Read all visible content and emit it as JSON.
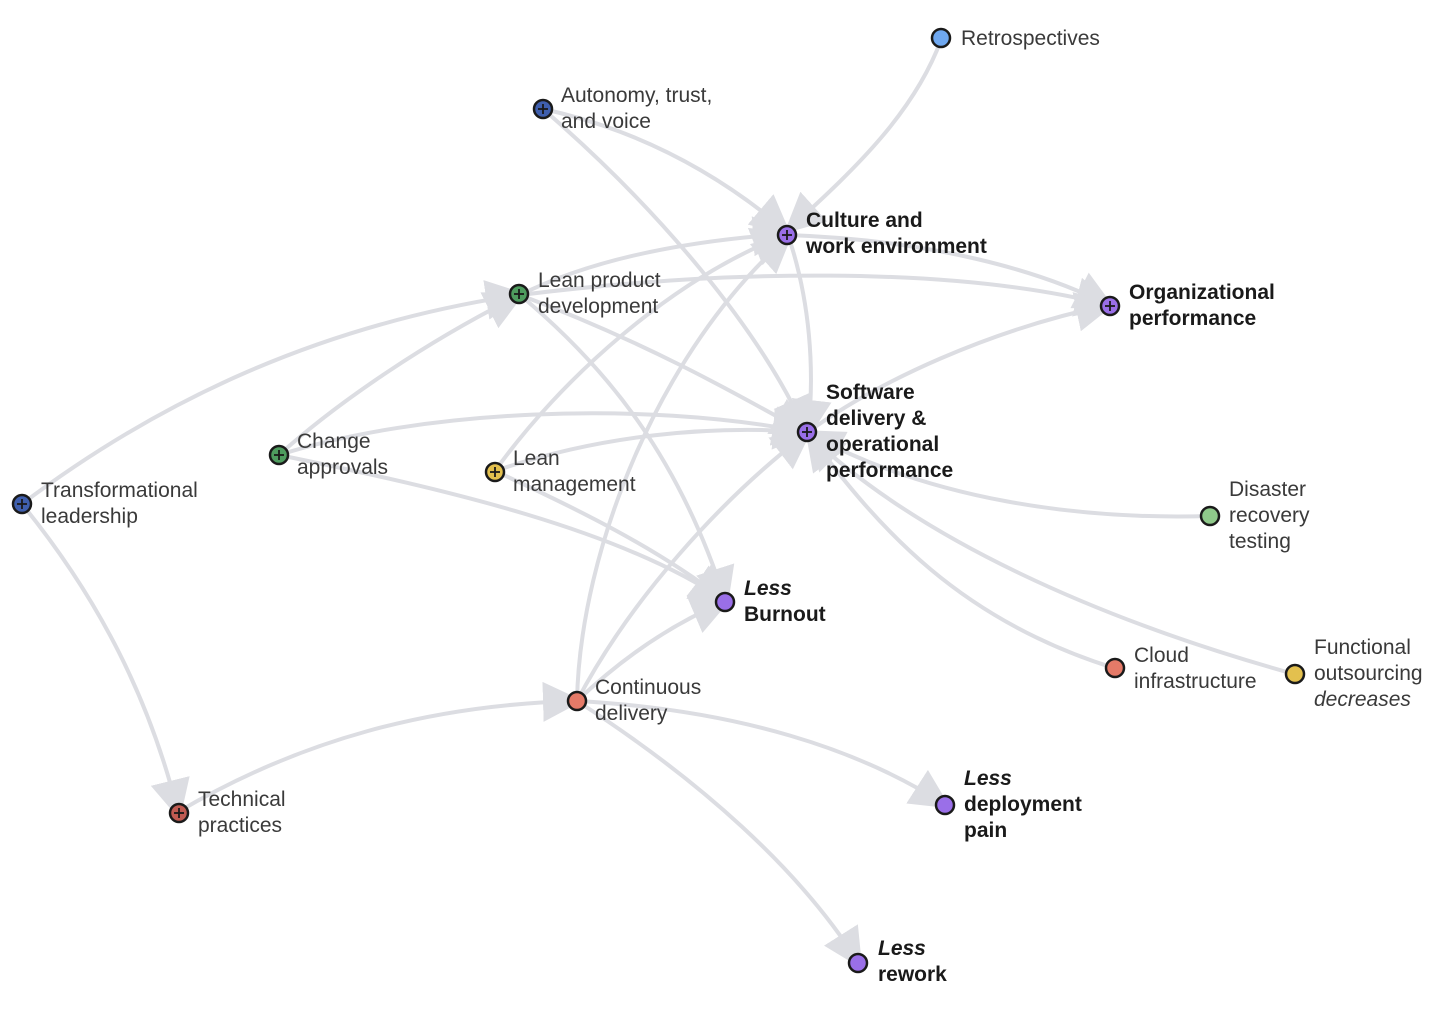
{
  "colors": {
    "edge": "#dcdde2",
    "dark_blue": "#3f5fae",
    "light_blue": "#6fa8f0",
    "purple": "#9a6fe8",
    "green": "#4e9c5e",
    "light_green": "#8fc98a",
    "orange": "#e3c04e",
    "coral": "#e57a68",
    "red_brown": "#c05b52",
    "outline": "#1a1a1a"
  },
  "nodes": {
    "retrospectives": {
      "lines": [
        "Retrospectives"
      ],
      "color": "#6fa8f0",
      "plus": false
    },
    "autonomy": {
      "lines": [
        "Autonomy, trust,",
        "and voice"
      ],
      "color": "#3f5fae",
      "plus": true
    },
    "culture": {
      "lines": [
        "Culture and",
        "work environment"
      ],
      "color": "#9a6fe8",
      "plus": true
    },
    "org_performance": {
      "lines": [
        "Organizational",
        "performance"
      ],
      "color": "#9a6fe8",
      "plus": true
    },
    "lean_product": {
      "lines": [
        "Lean product",
        "development"
      ],
      "color": "#4e9c5e",
      "plus": true
    },
    "software_delivery": {
      "lines": [
        "Software",
        "delivery &",
        "operational",
        "performance"
      ],
      "color": "#9a6fe8",
      "plus": true
    },
    "change_approvals": {
      "lines": [
        "Change",
        "approvals"
      ],
      "color": "#4e9c5e",
      "plus": true
    },
    "lean_management": {
      "lines": [
        "Lean",
        "management"
      ],
      "color": "#e3c04e",
      "plus": true
    },
    "transformational": {
      "lines": [
        "Transformational",
        "leadership"
      ],
      "color": "#3f5fae",
      "plus": true
    },
    "disaster_recovery": {
      "lines": [
        "Disaster",
        "recovery",
        "testing"
      ],
      "color": "#8fc98a",
      "plus": false
    },
    "less_burnout": {
      "lines": [
        "Less",
        "Burnout"
      ],
      "color": "#9a6fe8",
      "plus": false
    },
    "cloud": {
      "lines": [
        "Cloud",
        "infrastructure"
      ],
      "color": "#e57a68",
      "plus": false
    },
    "functional_outsourcing": {
      "lines": [
        "Functional",
        "outsourcing",
        "decreases"
      ],
      "color": "#e3c04e",
      "plus": false
    },
    "continuous_delivery": {
      "lines": [
        "Continuous",
        "delivery"
      ],
      "color": "#e57a68",
      "plus": false
    },
    "technical_practices": {
      "lines": [
        "Technical",
        "practices"
      ],
      "color": "#c05b52",
      "plus": true
    },
    "less_deployment_pain": {
      "lines": [
        "Less",
        "deployment",
        "pain"
      ],
      "color": "#9a6fe8",
      "plus": false
    },
    "less_rework": {
      "lines": [
        "Less",
        "rework"
      ],
      "color": "#9a6fe8",
      "plus": false
    }
  }
}
